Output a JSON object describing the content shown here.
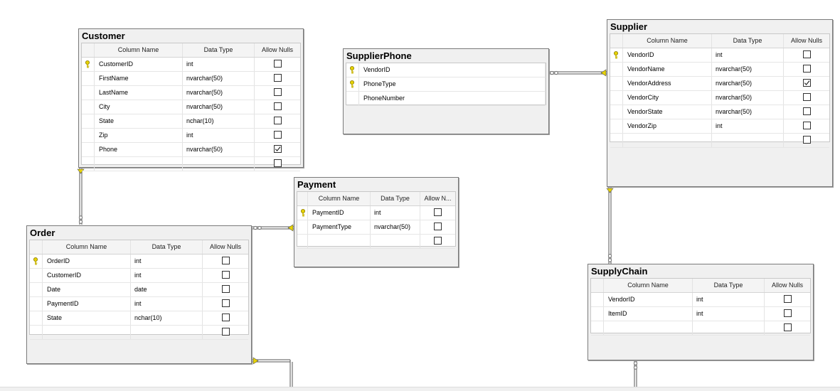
{
  "tables": {
    "customer": {
      "title": "Customer",
      "headers": {
        "column_name": "Column Name",
        "data_type": "Data Type",
        "allow_nulls": "Allow Nulls"
      },
      "rows": [
        {
          "name": "CustomerID",
          "type": "int",
          "key": true,
          "nulls": false
        },
        {
          "name": "FirstName",
          "type": "nvarchar(50)",
          "key": false,
          "nulls": false
        },
        {
          "name": "LastName",
          "type": "nvarchar(50)",
          "key": false,
          "nulls": false
        },
        {
          "name": "City",
          "type": "nvarchar(50)",
          "key": false,
          "nulls": false
        },
        {
          "name": "State",
          "type": "nchar(10)",
          "key": false,
          "nulls": false
        },
        {
          "name": "Zip",
          "type": "int",
          "key": false,
          "nulls": false
        },
        {
          "name": "Phone",
          "type": "nvarchar(50)",
          "key": false,
          "nulls": true
        }
      ]
    },
    "supplierphone": {
      "title": "SupplierPhone",
      "rows": [
        {
          "name": "VendorID",
          "key": true
        },
        {
          "name": "PhoneType",
          "key": true
        },
        {
          "name": "PhoneNumber",
          "key": false
        }
      ]
    },
    "supplier": {
      "title": "Supplier",
      "headers": {
        "column_name": "Column Name",
        "data_type": "Data Type",
        "allow_nulls": "Allow Nulls"
      },
      "rows": [
        {
          "name": "VendorID",
          "type": "int",
          "key": true,
          "nulls": false
        },
        {
          "name": "VendorName",
          "type": "nvarchar(50)",
          "key": false,
          "nulls": false
        },
        {
          "name": "VendorAddress",
          "type": "nvarchar(50)",
          "key": false,
          "nulls": true
        },
        {
          "name": "VendorCity",
          "type": "nvarchar(50)",
          "key": false,
          "nulls": false
        },
        {
          "name": "VendorState",
          "type": "nvarchar(50)",
          "key": false,
          "nulls": false
        },
        {
          "name": "VendorZip",
          "type": "int",
          "key": false,
          "nulls": false
        }
      ]
    },
    "payment": {
      "title": "Payment",
      "headers": {
        "column_name": "Column Name",
        "data_type": "Data Type",
        "allow_nulls": "Allow N..."
      },
      "rows": [
        {
          "name": "PaymentID",
          "type": "int",
          "key": true,
          "nulls": false
        },
        {
          "name": "PaymentType",
          "type": "nvarchar(50)",
          "key": false,
          "nulls": false
        }
      ]
    },
    "order": {
      "title": "Order",
      "headers": {
        "column_name": "Column Name",
        "data_type": "Data Type",
        "allow_nulls": "Allow Nulls"
      },
      "rows": [
        {
          "name": "OrderID",
          "type": "int",
          "key": true,
          "nulls": false
        },
        {
          "name": "CustomerID",
          "type": "int",
          "key": false,
          "nulls": false
        },
        {
          "name": "Date",
          "type": "date",
          "key": false,
          "nulls": false
        },
        {
          "name": "PaymentID",
          "type": "int",
          "key": false,
          "nulls": false
        },
        {
          "name": "State",
          "type": "nchar(10)",
          "key": false,
          "nulls": false
        }
      ]
    },
    "supplychain": {
      "title": "SupplyChain",
      "headers": {
        "column_name": "Column Name",
        "data_type": "Data Type",
        "allow_nulls": "Allow Nulls"
      },
      "rows": [
        {
          "name": "VendorID",
          "type": "int",
          "key": false,
          "nulls": false
        },
        {
          "name": "ItemID",
          "type": "int",
          "key": false,
          "nulls": false
        }
      ]
    }
  },
  "colors": {
    "key_icon": "#c8b400",
    "connector_end": "#e6d200",
    "line": "#555555"
  }
}
